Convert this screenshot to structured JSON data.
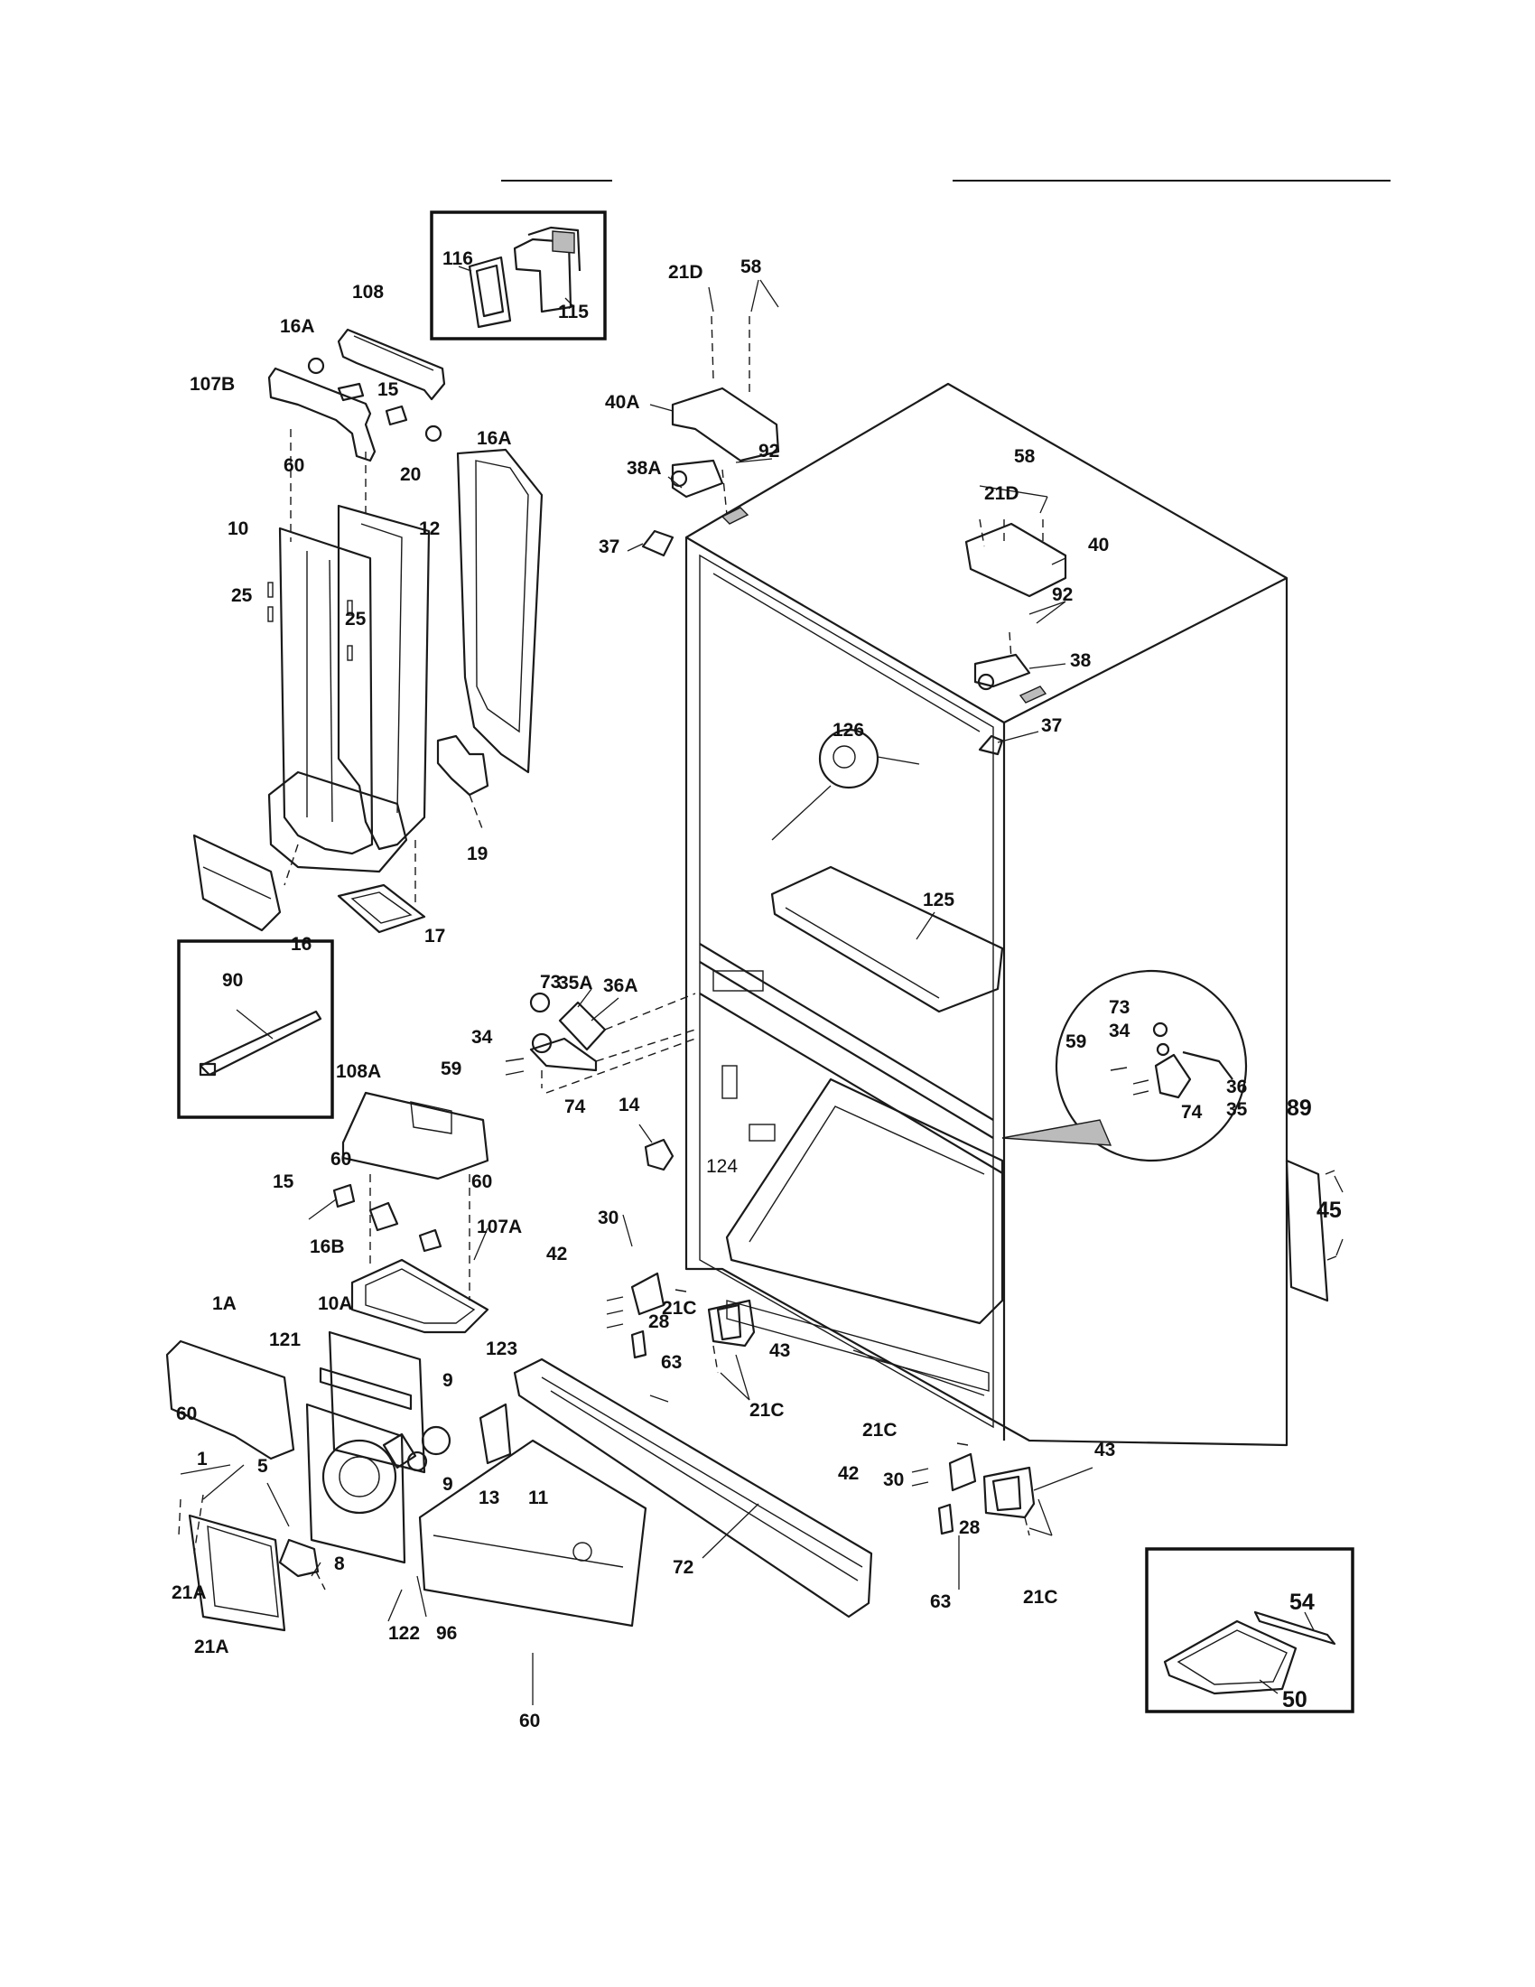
{
  "labels": {
    "p116": "116",
    "p115": "115",
    "p108": "108",
    "p16A_top": "16A",
    "p107B": "107B",
    "p15_top": "15",
    "p16A_right": "16A",
    "p60_top": "60",
    "p20": "20",
    "p12": "12",
    "p10": "10",
    "p25_left": "25",
    "p25_mid": "25",
    "p19": "19",
    "p16": "16",
    "p17": "17",
    "p21D_top": "21D",
    "p58_top": "58",
    "p40A": "40A",
    "p92_top": "92",
    "p38A": "38A",
    "p37_left": "37",
    "p58_right": "58",
    "p21D_right": "21D",
    "p40": "40",
    "p92_right": "92",
    "p38": "38",
    "p126": "126",
    "p37_right": "37",
    "p125": "125",
    "p90": "90",
    "p73": "73",
    "p35A": "35A",
    "p36A": "36A",
    "p34": "34",
    "p59": "59",
    "p74": "74",
    "p14": "14",
    "p108A": "108A",
    "p60_a": "60",
    "p60_b": "60",
    "p15_mid": "15",
    "p16B": "16B",
    "p107A": "107A",
    "p124": "124",
    "p73_detail": "73",
    "p34_detail": "34",
    "p59_detail": "59",
    "p36_detail": "36",
    "p35_detail": "35",
    "p74_detail": "74",
    "p89": "89",
    "p45": "45",
    "p30_left": "30",
    "p42_left": "42",
    "p21C_a": "21C",
    "p28_left": "28",
    "p43_left": "43",
    "p63_left": "63",
    "p21C_b": "21C",
    "p1A": "1A",
    "p10A": "10A",
    "p121": "121",
    "p123": "123",
    "p60_left": "60",
    "p9_a": "9",
    "p9_b": "9",
    "p13": "13",
    "p11": "11",
    "p1": "1",
    "p5": "5",
    "p8": "8",
    "p21A_a": "21A",
    "p21A_b": "21A",
    "p122": "122",
    "p96": "96",
    "p72": "72",
    "p60_bottom": "60",
    "p21C_c": "21C",
    "p42_right": "42",
    "p30_right": "30",
    "p43_right": "43",
    "p28_right": "28",
    "p63_right": "63",
    "p21C_d": "21C",
    "p54": "54",
    "p50": "50"
  }
}
